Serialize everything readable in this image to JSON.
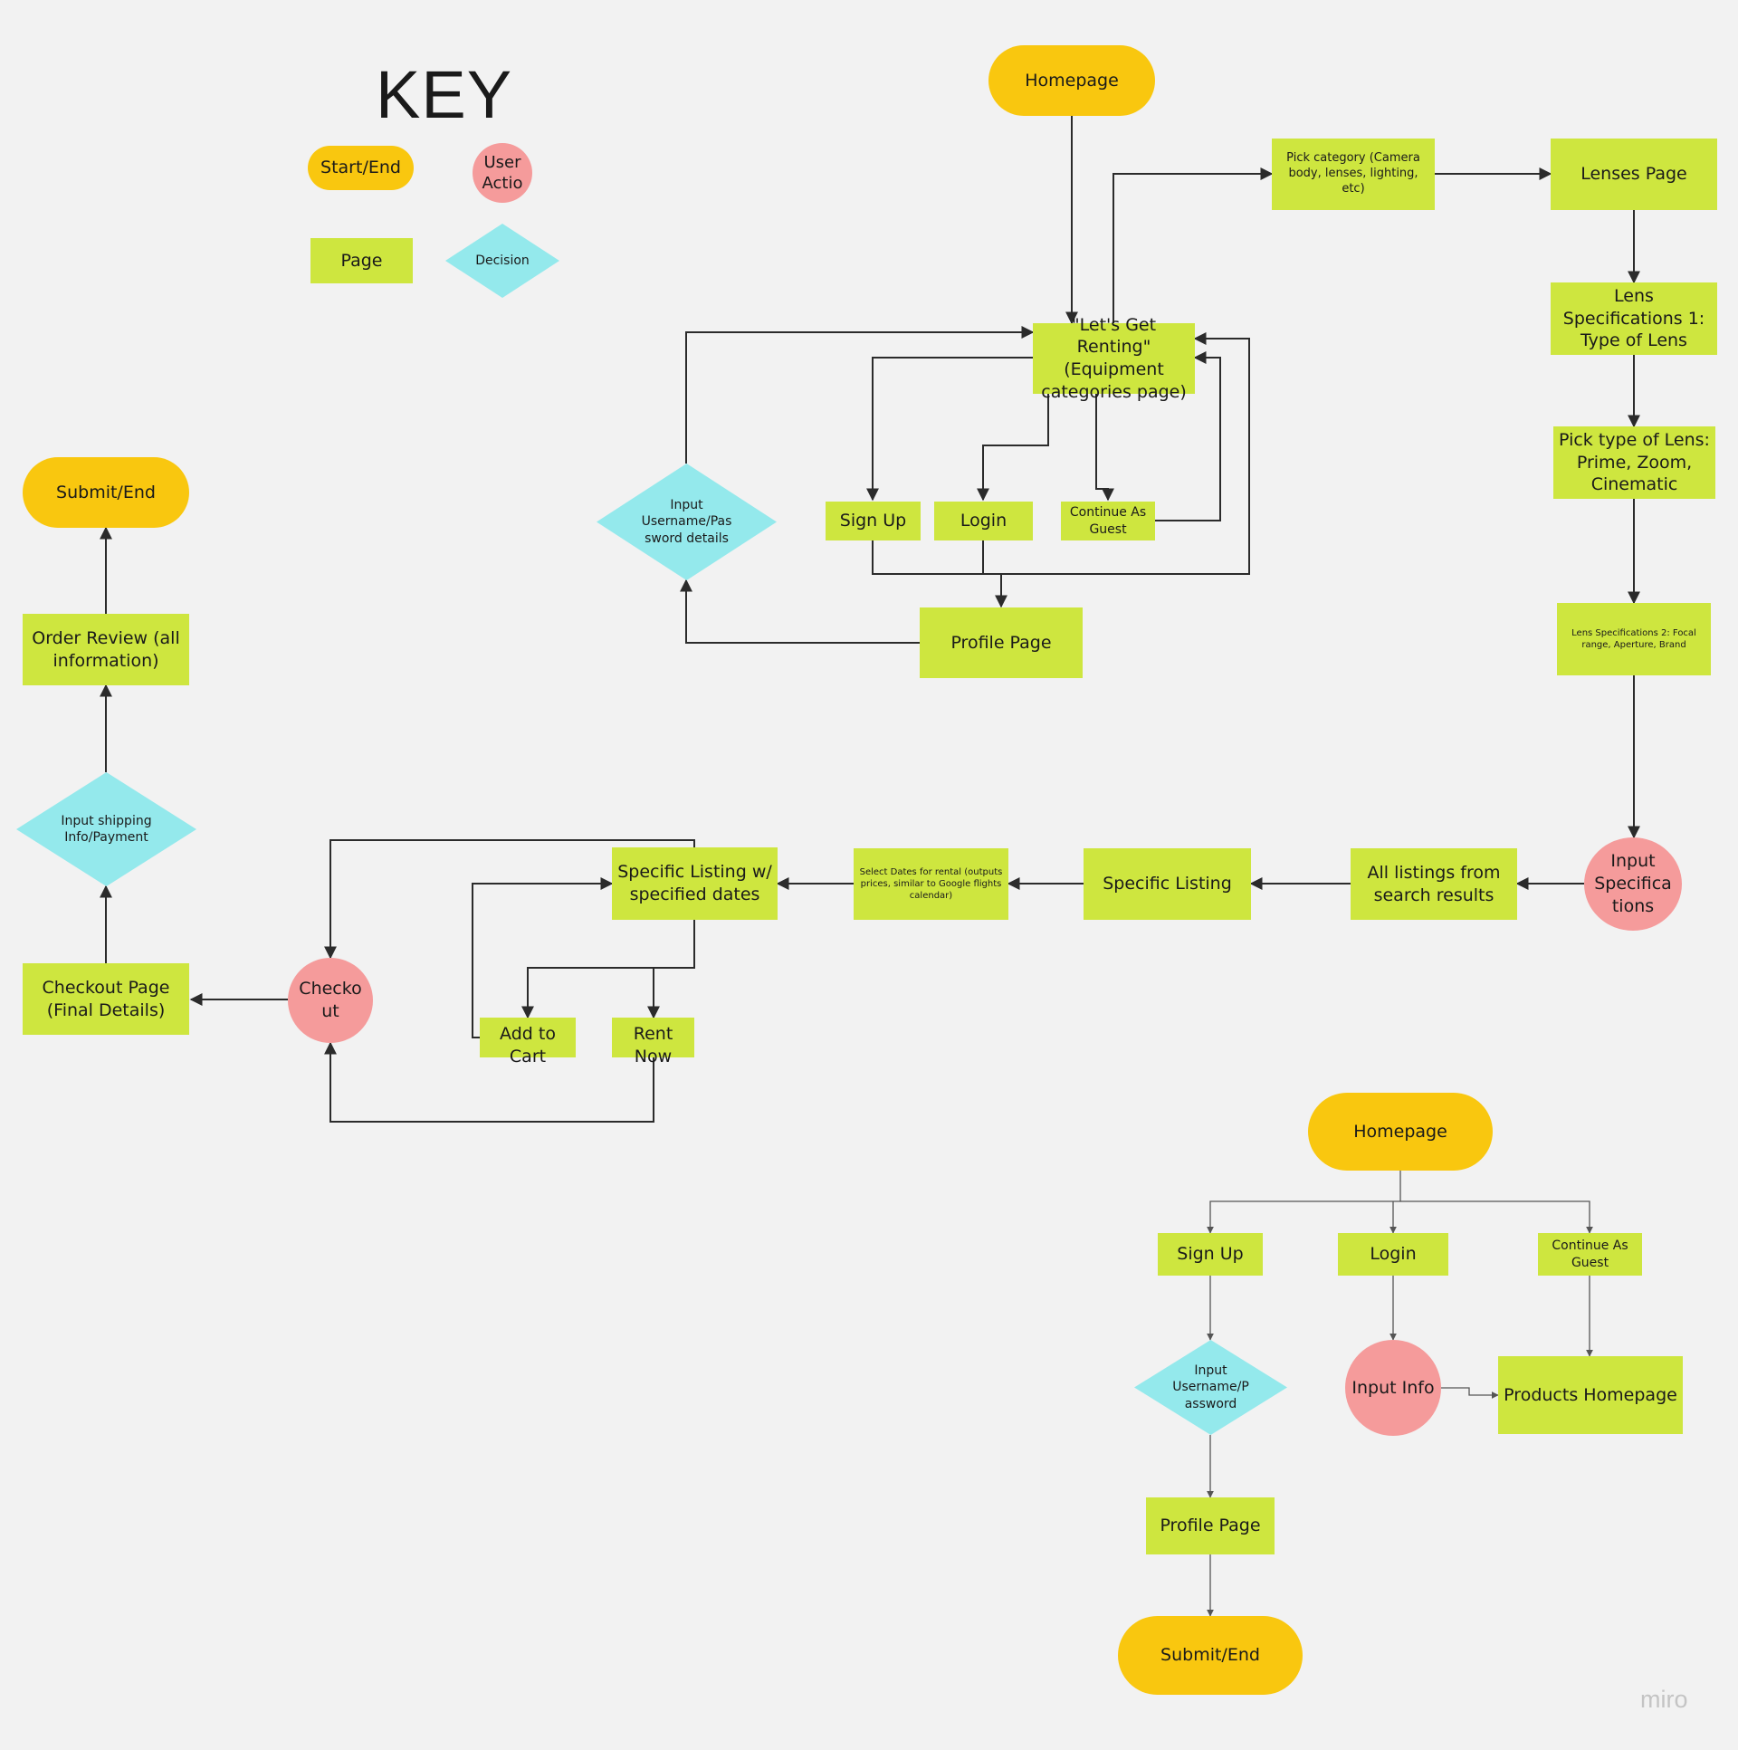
{
  "key": {
    "title": "KEY",
    "start_end": "Start/End",
    "user_action": "User Actio",
    "page": "Page",
    "decision": "Decision"
  },
  "colors": {
    "terminal": "#f9c70f",
    "page": "#cee63f",
    "action": "#f59b9b",
    "decision": "#94e9ec",
    "background": "#f2f2f2",
    "connector": "#2b2b2b"
  },
  "flow_main": {
    "homepage": "Homepage",
    "lets_get_renting": "\"Let's Get Renting\" (Equipment categories page)",
    "pick_category": "Pick category (Camera body, lenses, lighting, etc)",
    "lenses_page": "Lenses Page",
    "lens_spec_1": "Lens Specifications 1: Type of Lens",
    "pick_type_lens": "Pick type of Lens: Prime, Zoom, Cinematic",
    "lens_spec_2": "Lens Specifications 2: Focal range, Aperture, Brand",
    "input_specifications": "Input Specifica tions",
    "all_listings": "All listings from search results",
    "specific_listing": "Specific Listing",
    "select_dates": "Select Dates for rental (outputs prices, similar to Google flights calendar)",
    "specific_listing_dates": "Specific Listing w/ specified dates",
    "add_to_cart": "Add to Cart",
    "rent_now": "Rent Now",
    "checkout": "Checko ut",
    "checkout_page": "Checkout Page (Final Details)",
    "input_shipping": "Input shipping Info/Payment",
    "order_review": "Order Review (all information)",
    "submit_end": "Submit/End",
    "sign_up": "Sign Up",
    "login": "Login",
    "continue_guest": "Continue As Guest",
    "input_username": "Input Username/Pas sword details",
    "profile_page": "Profile Page"
  },
  "flow_secondary": {
    "homepage": "Homepage",
    "sign_up": "Sign Up",
    "login": "Login",
    "continue_guest": "Continue As Guest",
    "input_username": "Input Username/P assword",
    "input_info": "Input Info",
    "products_homepage": "Products Homepage",
    "profile_page": "Profile Page",
    "submit_end": "Submit/End"
  },
  "watermark": "miro"
}
